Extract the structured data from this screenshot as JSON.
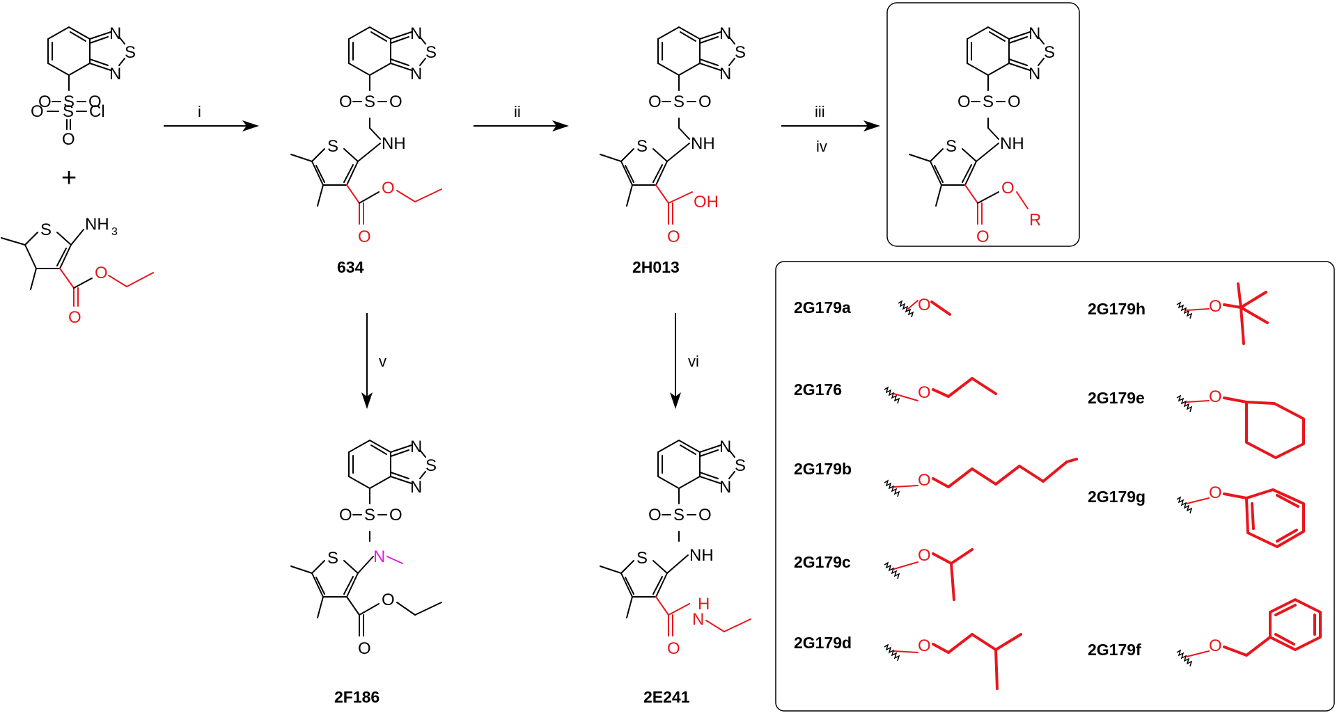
{
  "atoms": {
    "N": "N",
    "S": "S",
    "O": "O",
    "Cl": "Cl",
    "NH": "NH",
    "NH3": "NH",
    "sub3": "3",
    "OH": "OH",
    "H": "H",
    "R": "R",
    "plus": "+"
  },
  "compounds": {
    "c634": "634",
    "c2H013": "2H013",
    "c2F186": "2F186",
    "c2E241": "2E241"
  },
  "conditions": [
    "i",
    "ii",
    "iii",
    "iv",
    "v",
    "vi"
  ],
  "esters": {
    "left": [
      {
        "id": "2G179a",
        "group": "methyl"
      },
      {
        "id": "2G176",
        "group": "propyl"
      },
      {
        "id": "2G179b",
        "group": "hexyl"
      },
      {
        "id": "2G179c",
        "group": "isopropyl"
      },
      {
        "id": "2G179d",
        "group": "isopentyl"
      }
    ],
    "right": [
      {
        "id": "2G179h",
        "group": "tert-butyl"
      },
      {
        "id": "2G179e",
        "group": "cyclohexyl"
      },
      {
        "id": "2G179g",
        "group": "phenyl"
      },
      {
        "id": "2G179f",
        "group": "benzyl"
      }
    ]
  },
  "colors": {
    "highlight": "#e8161d",
    "nmethyl": "#e21de2",
    "ink": "#000000"
  }
}
